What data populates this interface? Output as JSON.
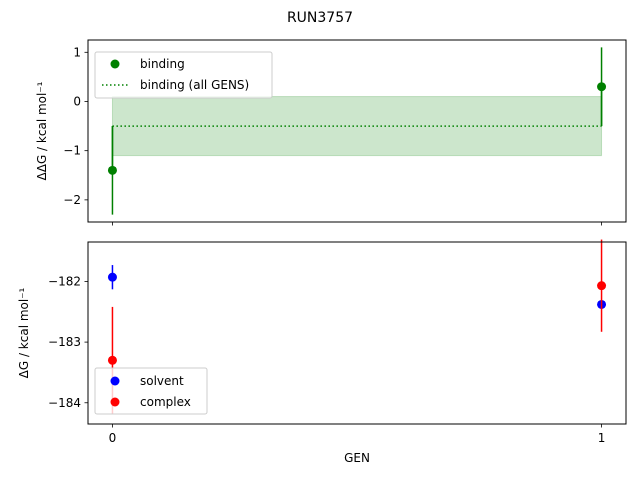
{
  "figure": {
    "suptitle": "RUN3757"
  },
  "chart_data": [
    {
      "type": "scatter",
      "panel": "top",
      "ylabel": "ΔΔG / kcal mol⁻¹",
      "xlabel": "",
      "xlim": [
        -0.05,
        1.05
      ],
      "ylim": [
        -2.45,
        1.25
      ],
      "xticks": [
        0,
        1
      ],
      "xtick_labels_visible": false,
      "yticks": [
        -2,
        -1,
        0,
        1
      ],
      "ytick_labels": [
        "−2",
        "−1",
        "0",
        "1"
      ],
      "grid": false,
      "legend": {
        "position": "top-left",
        "entries": [
          "binding",
          "binding (all GENS)"
        ]
      },
      "series": [
        {
          "name": "binding",
          "kind": "errorbar",
          "color": "#008000",
          "x": [
            0,
            1
          ],
          "y": [
            -1.4,
            0.3
          ],
          "yerr": [
            0.9,
            0.8
          ]
        }
      ],
      "mean_line": {
        "name": "binding (all GENS)",
        "color": "#008000",
        "style": "dotted",
        "x": [
          0,
          1
        ],
        "y": -0.5
      },
      "band": {
        "x": [
          0,
          1
        ],
        "y_low": -1.1,
        "y_high": 0.1,
        "color": "#008000",
        "alpha": 0.2
      },
      "connectors": [
        {
          "x": 0,
          "y_from": -1.4,
          "y_to": -0.5
        },
        {
          "x": 1,
          "y_from": 0.3,
          "y_to": -0.5
        }
      ]
    },
    {
      "type": "scatter",
      "panel": "bottom",
      "ylabel": "ΔG / kcal mol⁻¹",
      "xlabel": "GEN",
      "xlim": [
        -0.05,
        1.05
      ],
      "ylim": [
        -184.35,
        -181.35
      ],
      "xticks": [
        0,
        1
      ],
      "xtick_labels": [
        "0",
        "1"
      ],
      "yticks": [
        -184,
        -183,
        -182
      ],
      "ytick_labels": [
        "−184",
        "−183",
        "−182"
      ],
      "grid": false,
      "legend": {
        "position": "bottom-left",
        "entries": [
          "solvent",
          "complex"
        ]
      },
      "series": [
        {
          "name": "solvent",
          "kind": "errorbar",
          "color": "#0000ff",
          "x": [
            0,
            1
          ],
          "y": [
            -181.93,
            -182.38
          ],
          "yerr": [
            0.2,
            0.0
          ]
        },
        {
          "name": "complex",
          "kind": "errorbar",
          "color": "#ff0000",
          "x": [
            0,
            1
          ],
          "y": [
            -183.3,
            -182.07
          ],
          "yerr": [
            0.88,
            0.76
          ]
        }
      ]
    }
  ]
}
